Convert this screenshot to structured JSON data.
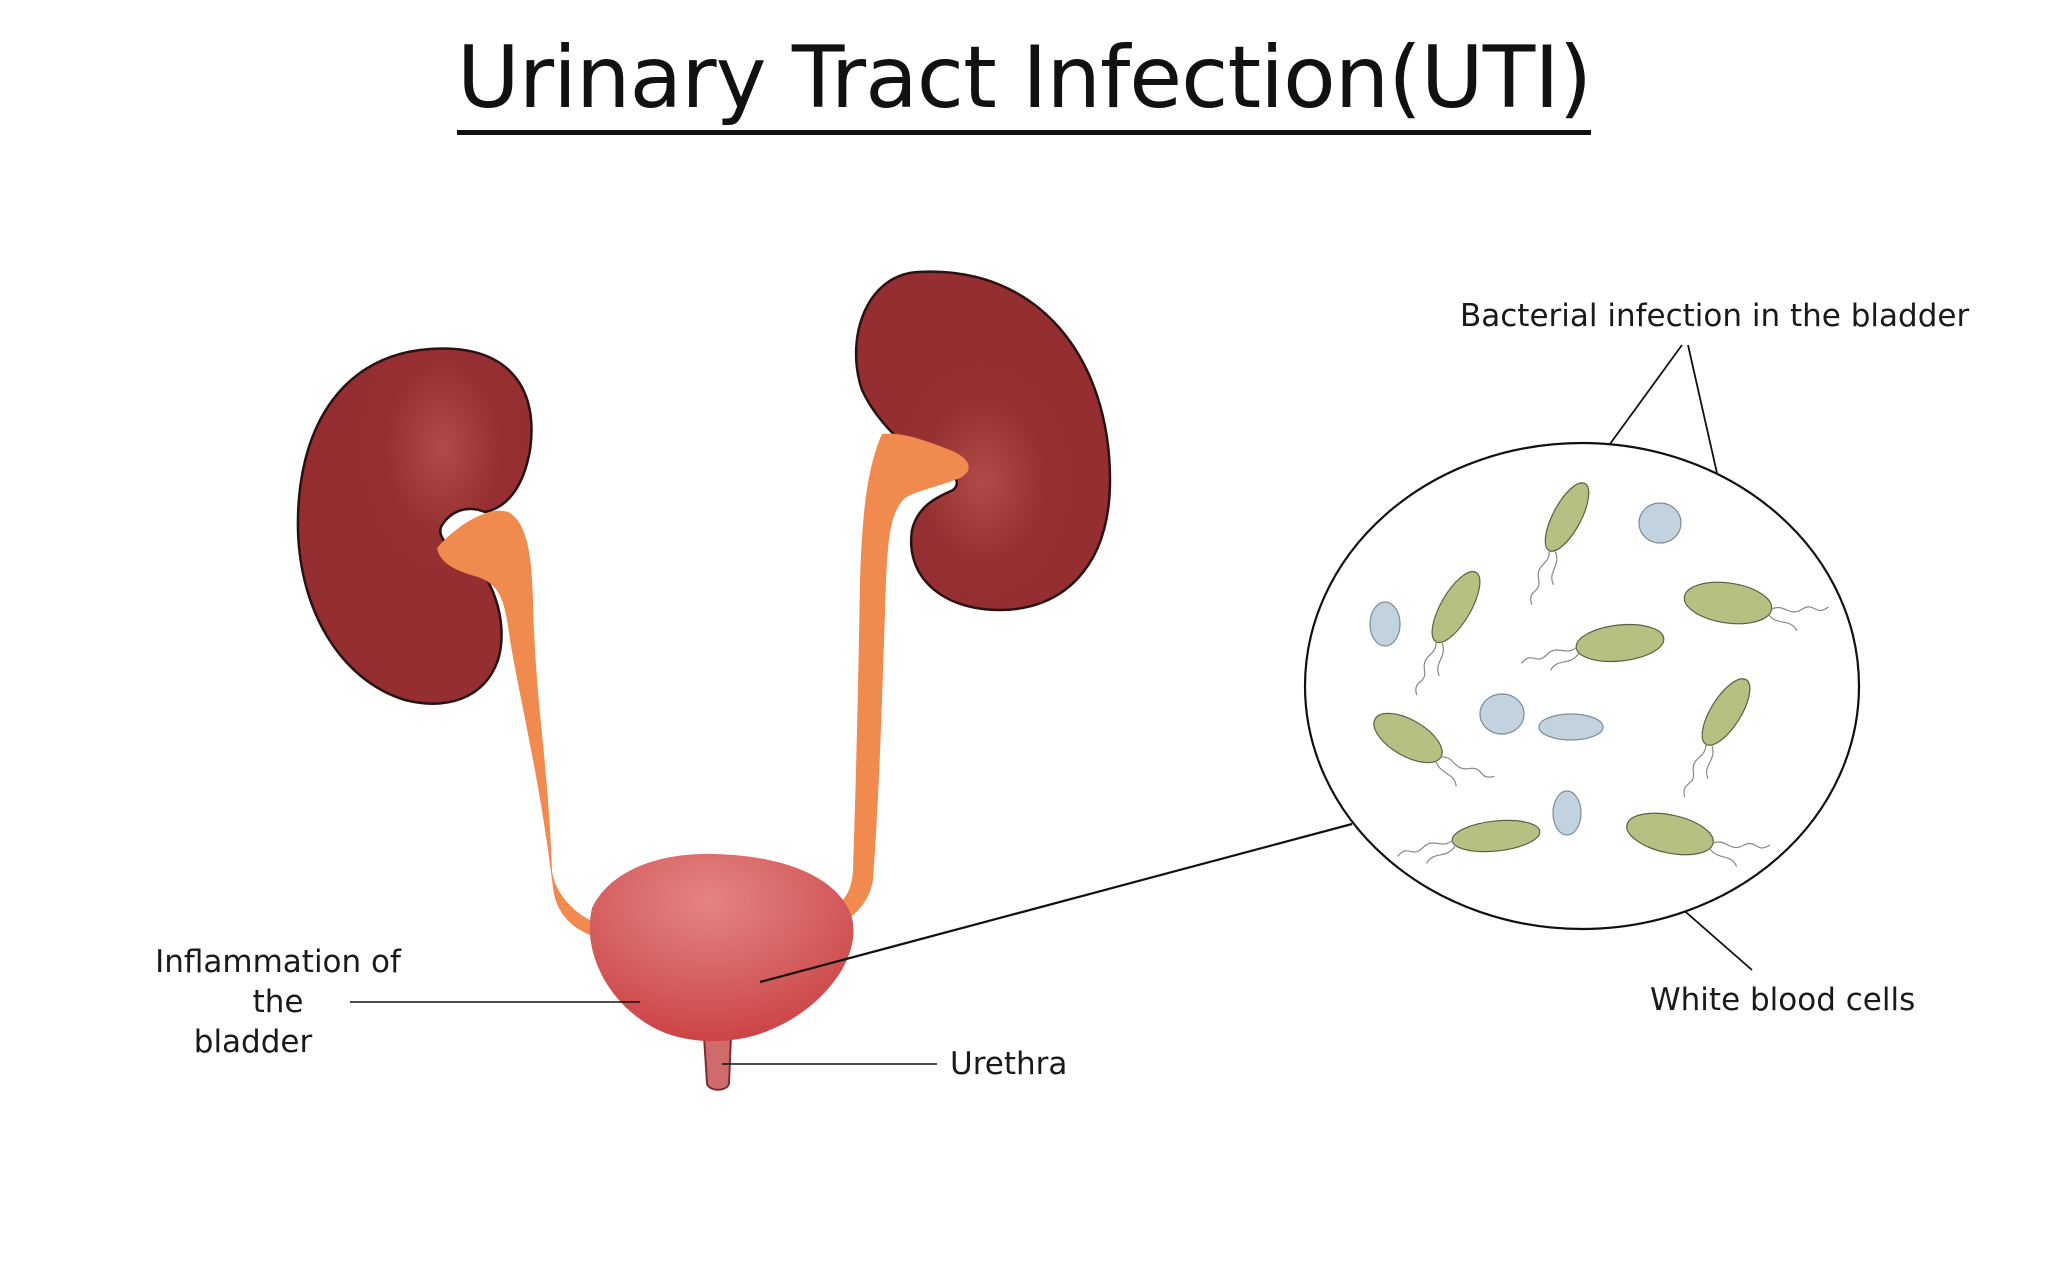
{
  "title": "Urinary Tract Infection(UTI)",
  "labels": {
    "bacteria": "Bacterial infection in the bladder",
    "inflammation_line1": "Inflammation of the",
    "inflammation_line2": "bladder",
    "urethra": "Urethra",
    "wbc": "White blood cells"
  },
  "colors": {
    "kidney": "#952f31",
    "ureter": "#f08a4f",
    "bladder": "#d35b5c",
    "urethra": "#cf6b6d",
    "bacterium": "#b7bf83",
    "white_blood_cell": "#c3d2df",
    "line": "#111111"
  }
}
